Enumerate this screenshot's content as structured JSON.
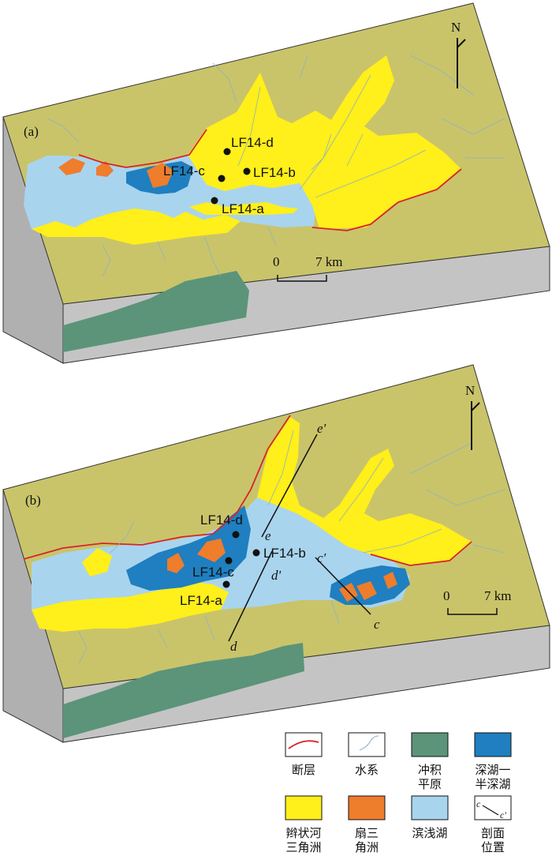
{
  "panels": {
    "a": {
      "label": "(a)",
      "north": "N",
      "scale": {
        "zero": "0",
        "distance": "7 km"
      },
      "samples": [
        {
          "id": "LF14-d"
        },
        {
          "id": "LF14-c"
        },
        {
          "id": "LF14-b"
        },
        {
          "id": "LF14-a"
        }
      ]
    },
    "b": {
      "label": "(b)",
      "north": "N",
      "scale": {
        "zero": "0",
        "distance": "7 km"
      },
      "samples": [
        {
          "id": "LF14-d"
        },
        {
          "id": "LF14-c"
        },
        {
          "id": "LF14-b"
        },
        {
          "id": "LF14-a"
        }
      ],
      "sections": {
        "e_start": "e",
        "e_end": "e'",
        "d_start": "d",
        "d_end": "d'",
        "c_start": "c",
        "c_end": "c'"
      }
    }
  },
  "legend": [
    {
      "key": "fault",
      "line1": "断层",
      "line2": "",
      "color": "#d8232a"
    },
    {
      "key": "drainage",
      "line1": "水系",
      "line2": "",
      "color": "#8fb0c8"
    },
    {
      "key": "alluvial_plain",
      "line1": "冲积",
      "line2": "平原",
      "color": "#5b9479"
    },
    {
      "key": "deep_lake",
      "line1": "深湖一",
      "line2": "半深湖",
      "color": "#1f7fc0"
    },
    {
      "key": "braided_delta",
      "line1": "辫状河",
      "line2": "三角洲",
      "color": "#ffef1a"
    },
    {
      "key": "fan_delta",
      "line1": "扇三",
      "line2": "角洲",
      "color": "#ee7d2c"
    },
    {
      "key": "shore_lake",
      "line1": "滨浅湖",
      "line2": "",
      "color": "#a9d4ee"
    },
    {
      "key": "section",
      "line1": "剖面",
      "line2": "位置",
      "color": "#111111",
      "sym_start": "c",
      "sym_end": "c'"
    }
  ],
  "colors": {
    "land": "#c9c46a",
    "block_side": "#b0b0b0",
    "block_front": "#c4c4c4"
  }
}
